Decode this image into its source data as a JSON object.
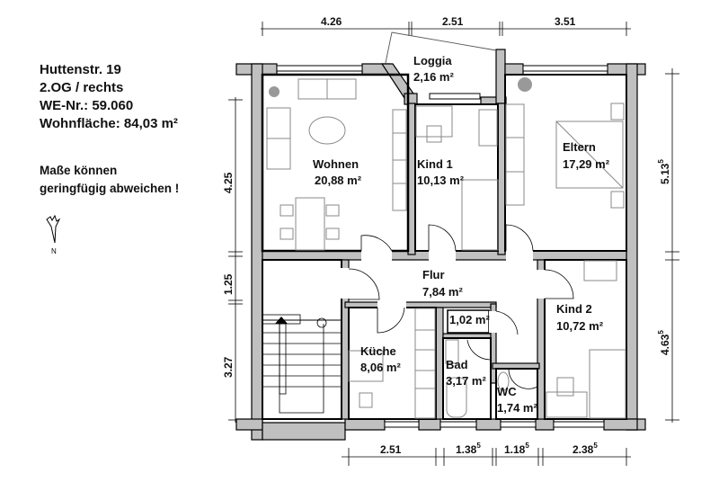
{
  "info": {
    "address": "Huttenstr. 19",
    "floor": "2.OG / rechts",
    "unit_number": "WE-Nr.: 59.060",
    "living_area": "Wohnfläche: 84,03 m²"
  },
  "note": {
    "line1": "Maße können",
    "line2": "geringfügig abweichen !"
  },
  "icons": {
    "north_arrow": "north-arrow-icon"
  },
  "rooms": {
    "loggia": {
      "name": "Loggia",
      "area": "2,16 m²"
    },
    "wohnen": {
      "name": "Wohnen",
      "area": "20,88 m²"
    },
    "kind1": {
      "name": "Kind 1",
      "area": "10,13 m²"
    },
    "eltern": {
      "name": "Eltern",
      "area": "17,29 m²"
    },
    "flur": {
      "name": "Flur",
      "area": "7,84 m²"
    },
    "abstell": {
      "name": "",
      "area": "1,02 m²"
    },
    "kueche": {
      "name": "Küche",
      "area": "8,06 m²"
    },
    "bad": {
      "name": "Bad",
      "area": "3,17 m²"
    },
    "wc": {
      "name": "WC",
      "area": "1,74 m²"
    },
    "kind2": {
      "name": "Kind 2",
      "area": "10,72 m²"
    }
  },
  "dimensions": {
    "top": [
      {
        "main": "4.26",
        "sup": ""
      },
      {
        "main": "2.51",
        "sup": ""
      },
      {
        "main": "3.51",
        "sup": ""
      }
    ],
    "bottom": [
      {
        "main": "2.51",
        "sup": ""
      },
      {
        "main": "1.38",
        "sup": "5"
      },
      {
        "main": "1.18",
        "sup": "5"
      },
      {
        "main": "2.38",
        "sup": "5"
      }
    ],
    "left": [
      {
        "main": "4.25",
        "sup": ""
      },
      {
        "main": "1.25",
        "sup": ""
      },
      {
        "main": "3.27",
        "sup": ""
      }
    ],
    "right": [
      {
        "main": "5.13",
        "sup": "5"
      },
      {
        "main": "4.63",
        "sup": "5"
      }
    ]
  }
}
